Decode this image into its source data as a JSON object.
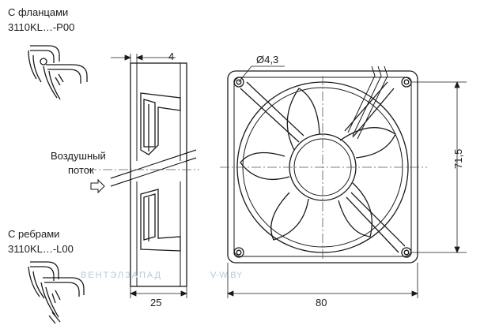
{
  "labels": {
    "flanges_title": "С фланцами",
    "flanges_model": "3110KL…-P00",
    "ribs_title": "С ребрами",
    "ribs_model": "3110KL…-L00",
    "airflow_line1": "Воздушный",
    "airflow_line2": "поток"
  },
  "dimensions": {
    "side_thickness": "4",
    "side_depth": "25",
    "hole_diameter": "Ø4,3",
    "hole_spacing": "71,5",
    "frame_width": "80"
  },
  "watermark": {
    "brand": "ВЕНТЭЛЗАПАД",
    "site": "V-W.BY",
    "color": "#b8c8dc"
  },
  "colors": {
    "line": "#1a1a1a",
    "centerline": "#555555"
  }
}
